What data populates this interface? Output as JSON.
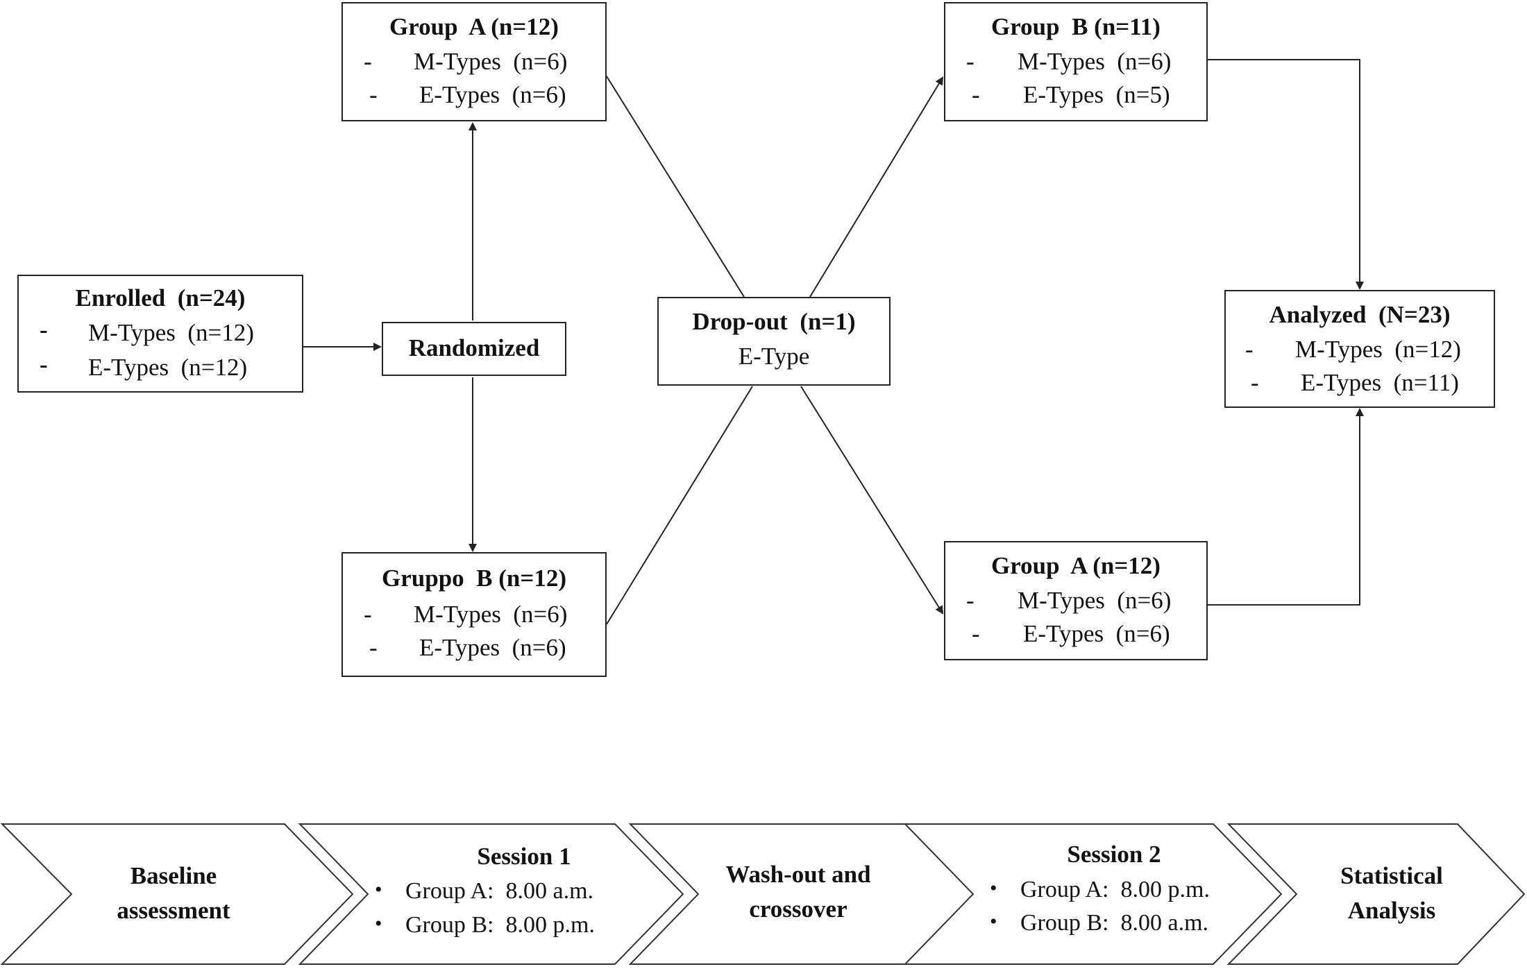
{
  "enrolled": {
    "title": "Enrolled  (n=24)",
    "items": [
      "M-Types  (n=12)",
      "E-Types  (n=12)"
    ],
    "dash": "-"
  },
  "randomized": {
    "label": "Randomized"
  },
  "group_a_top": {
    "title": "Group  A (n=12)",
    "items": [
      "M-Types  (n=6)",
      "E-Types  (n=6)"
    ],
    "dash": "-"
  },
  "gruppo_b": {
    "title": "Gruppo  B (n=12)",
    "items": [
      "M-Types  (n=6)",
      "E-Types  (n=6)"
    ],
    "dash": "-"
  },
  "dropout": {
    "title": "Drop-out  (n=1)",
    "subtitle": "E-Type"
  },
  "group_b_right": {
    "title": "Group  B (n=11)",
    "items": [
      "M-Types  (n=6)",
      "E-Types  (n=5)"
    ],
    "dash": "-"
  },
  "group_a_right": {
    "title": "Group  A (n=12)",
    "items": [
      "M-Types  (n=6)",
      "E-Types  (n=6)"
    ],
    "dash": "-"
  },
  "analyzed": {
    "title": "Analyzed  (N=23)",
    "items": [
      "M-Types  (n=12)",
      "E-Types  (n=11)"
    ],
    "dash": "-"
  },
  "timeline": {
    "baseline": {
      "line1": "Baseline",
      "line2": "assessment"
    },
    "session1": {
      "title": "Session 1",
      "bullets": [
        "Group A:  8.00 a.m.",
        "Group B:  8.00 p.m."
      ]
    },
    "washout": {
      "line1": "Wash-out  and",
      "line2": "crossover"
    },
    "session2": {
      "title": "Session 2",
      "bullets": [
        "Group A:  8.00 p.m.",
        "Group B:  8.00 a.m."
      ]
    },
    "statistical": {
      "line1": "Statistical",
      "line2": "Analysis"
    },
    "bullet_char": "•"
  },
  "colors": {
    "stroke": "#222222",
    "background": "#ffffff"
  }
}
